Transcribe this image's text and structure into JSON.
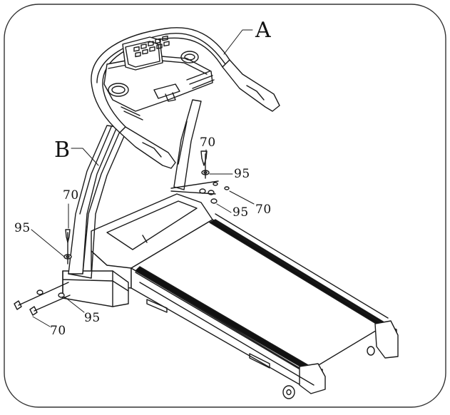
{
  "diagram": {
    "assemblies": [
      {
        "id": "A",
        "label": "A"
      },
      {
        "id": "B",
        "label": "B"
      }
    ],
    "part_callouts": [
      {
        "id": "c70_a",
        "label": "70"
      },
      {
        "id": "c95_a",
        "label": "95"
      },
      {
        "id": "c95_b",
        "label": "95"
      },
      {
        "id": "c70_b",
        "label": "70"
      },
      {
        "id": "c70_c",
        "label": "70"
      },
      {
        "id": "c95_c",
        "label": "95"
      },
      {
        "id": "c95_d",
        "label": "95"
      },
      {
        "id": "c70_d",
        "label": "70"
      }
    ]
  },
  "colors": {
    "line": "#1a1a1a",
    "frame": "#333333",
    "belt": "#111111",
    "background": "#ffffff"
  }
}
